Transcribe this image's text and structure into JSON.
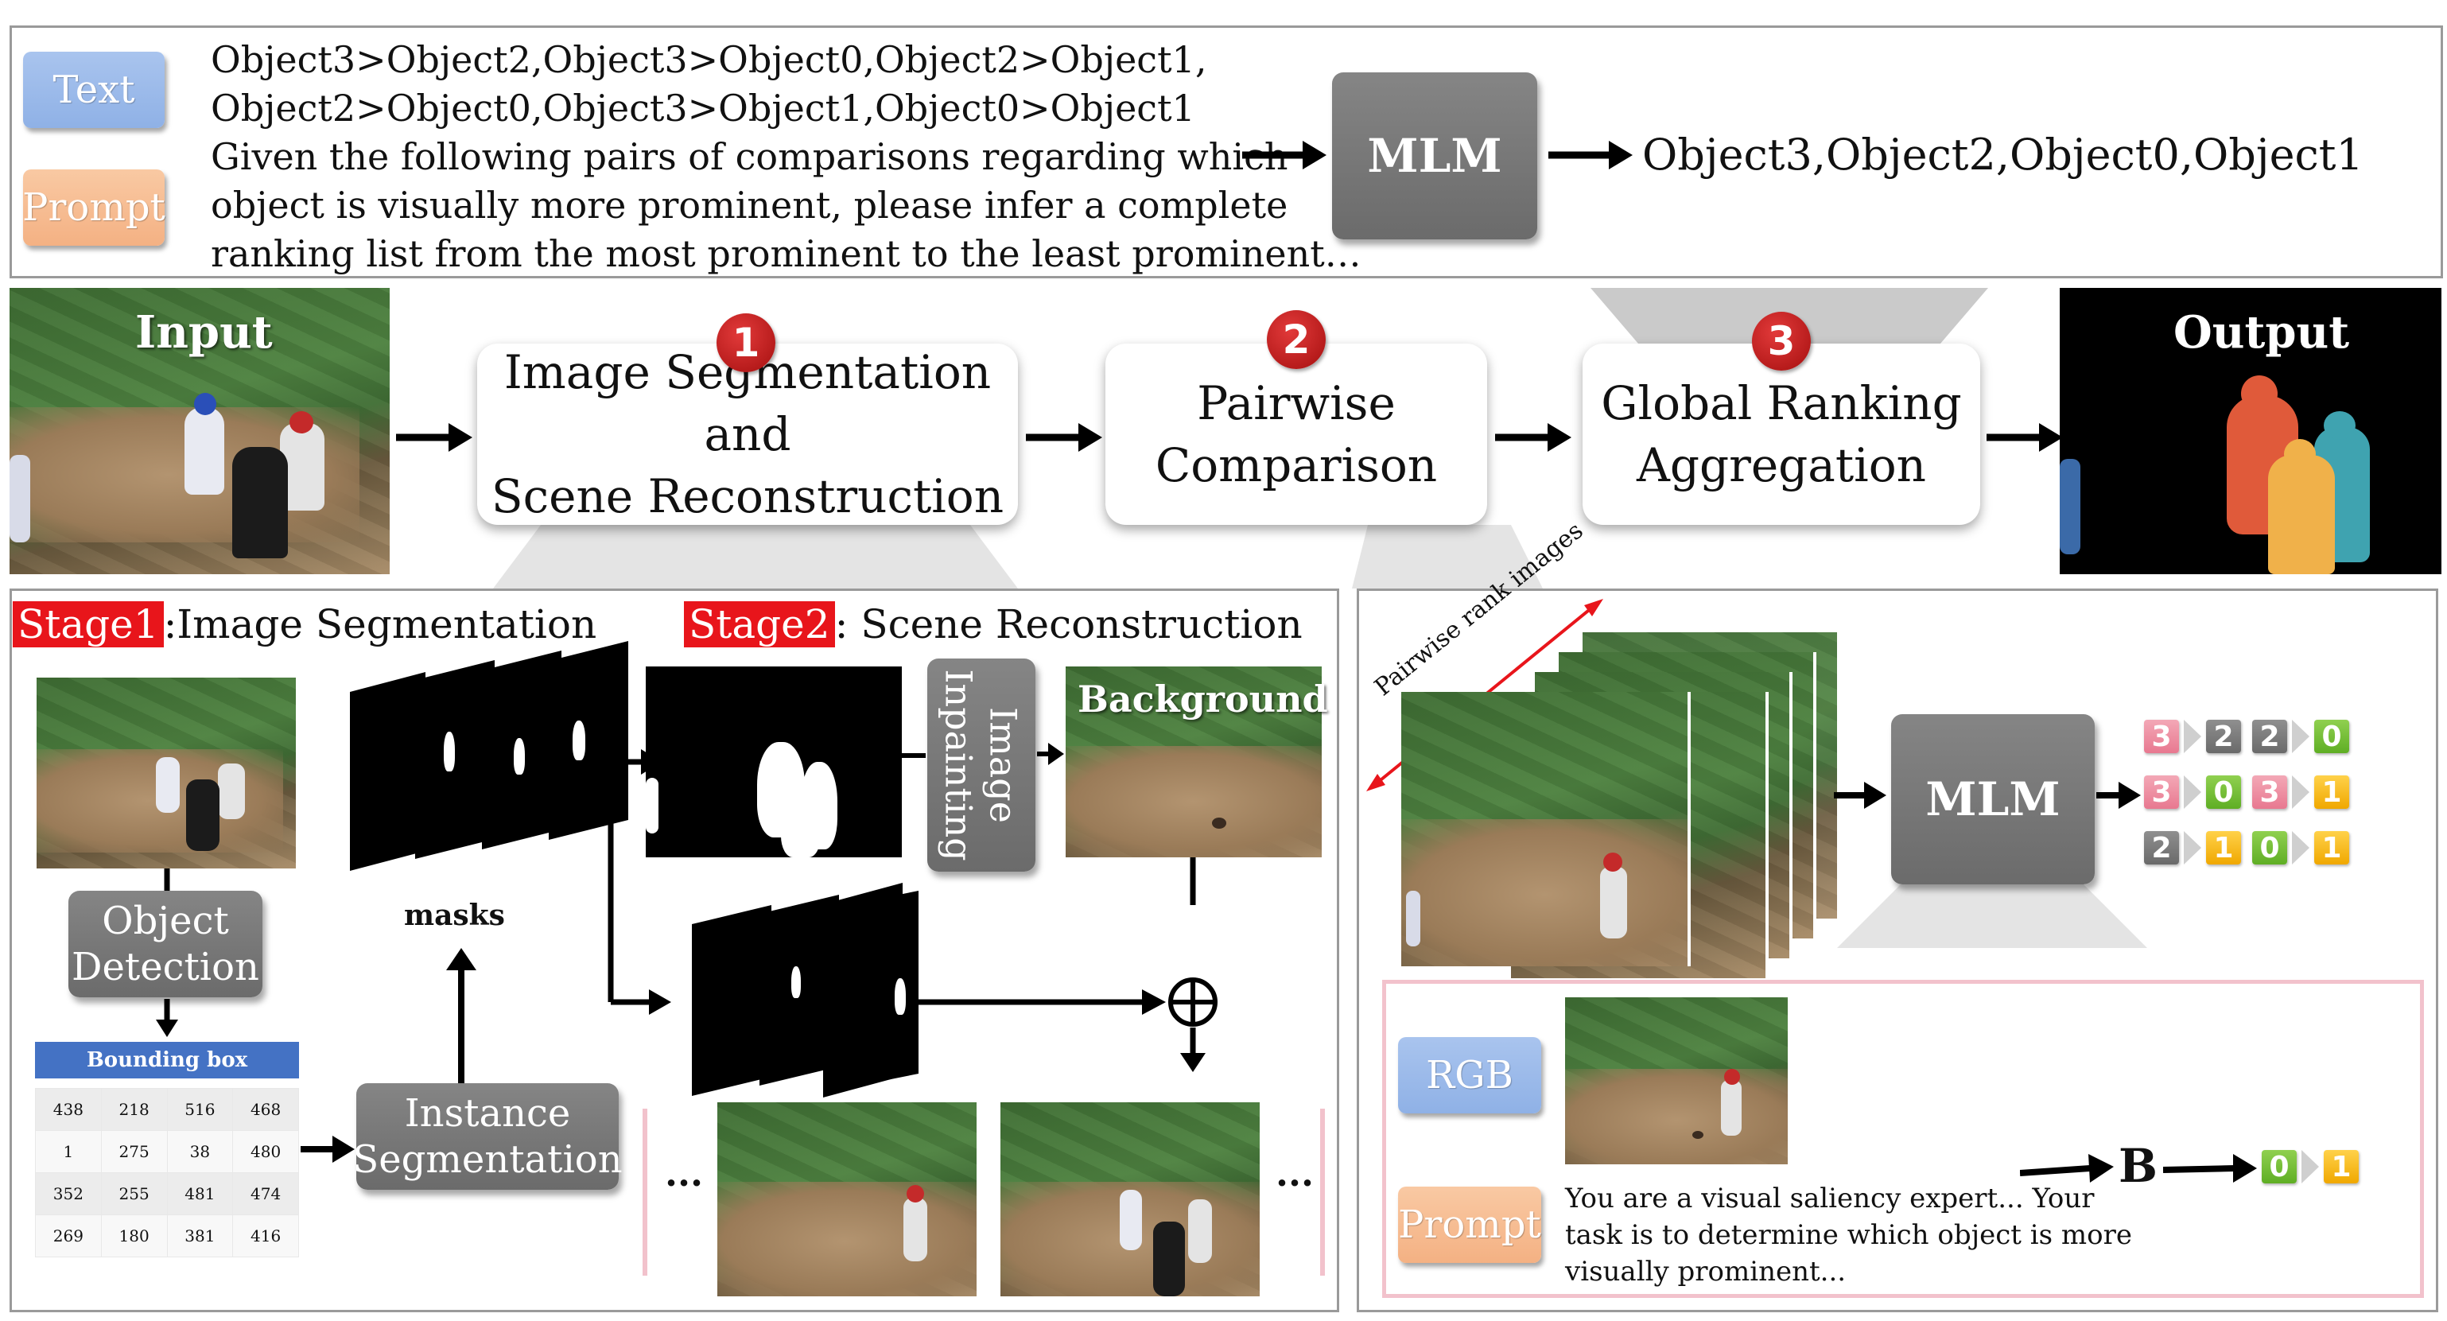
{
  "top": {
    "text_tag": "Text",
    "prompt_tag": "Prompt",
    "comparison_lines": [
      "Object3>Object2,Object3>Object0,Object2>Object1,",
      "Object2>Object0,Object3>Object1,Object0>Object1"
    ],
    "prompt_lines": [
      "Given the following pairs of comparisons regarding which",
      "object is visually more prominent, please infer a complete",
      "ranking list from the most prominent to the least prominent…"
    ],
    "mlm_label": "MLM",
    "result": "Object3,Object2,Object0,Object1"
  },
  "pipeline": {
    "input_label": "Input",
    "output_label": "Output",
    "steps": [
      {
        "number": "1",
        "line1": "Image Segmentation and",
        "line2": "Scene Reconstruction"
      },
      {
        "number": "2",
        "line1": "Pairwise",
        "line2": "Comparison"
      },
      {
        "number": "3",
        "line1": "Global Ranking",
        "line2": "Aggregation"
      }
    ]
  },
  "stages": {
    "stage1_tag": "Stage1",
    "stage1_title": ":Image Segmentation",
    "stage2_tag": "Stage2",
    "stage2_title": ": Scene Reconstruction",
    "object_detection": [
      "Object",
      "Detection"
    ],
    "instance_segmentation": [
      "Instance",
      "Segmentation"
    ],
    "masks_label": "masks",
    "image_inpainting": [
      "Image",
      "Inpainting"
    ],
    "background_label": "Background",
    "ellipsis": "...",
    "bbox_header": "Bounding box",
    "bbox_rows": [
      [
        "438",
        "218",
        "516",
        "468"
      ],
      [
        "1",
        "275",
        "38",
        "480"
      ],
      [
        "352",
        "255",
        "481",
        "474"
      ],
      [
        "269",
        "180",
        "381",
        "416"
      ]
    ]
  },
  "comparison": {
    "pairwise_label": "Pairwise rank images",
    "mlm_label": "MLM",
    "rank_rows": [
      [
        {
          "v": "3",
          "c": "pink"
        },
        {
          "v": "2",
          "c": "grey"
        },
        {
          "v": "2",
          "c": "grey"
        },
        {
          "v": "0",
          "c": "green"
        }
      ],
      [
        {
          "v": "3",
          "c": "pink"
        },
        {
          "v": "0",
          "c": "green"
        },
        {
          "v": "3",
          "c": "pink"
        },
        {
          "v": "1",
          "c": "yellow"
        }
      ],
      [
        {
          "v": "2",
          "c": "grey"
        },
        {
          "v": "1",
          "c": "yellow"
        },
        {
          "v": "0",
          "c": "green"
        },
        {
          "v": "1",
          "c": "yellow"
        }
      ]
    ],
    "rgb_tag": "RGB",
    "prompt_tag": "Prompt",
    "prompt_lines": [
      "You are a visual saliency expert... Your",
      "task is to determine which object is more",
      "visually prominent..."
    ],
    "b_label": "B",
    "final_pair": [
      {
        "v": "0",
        "c": "green"
      },
      {
        "v": "1",
        "c": "yellow"
      }
    ]
  },
  "colors": {
    "stage_red": "#e8151b",
    "tag_blue": "#8fb1e6",
    "tag_orange": "#f4b183",
    "mlm_grey": "#777777",
    "bbox_header_blue": "#4472c4",
    "number_red": "#c00000",
    "output_silhouettes": [
      "#e05a3a",
      "#f0b14a",
      "#3fa3b0",
      "#3b6aa8"
    ]
  }
}
